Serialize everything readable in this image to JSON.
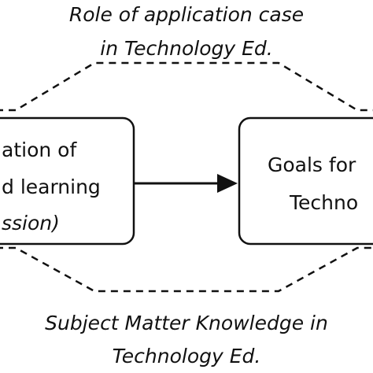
{
  "top_caption": {
    "line1": "Role of application case",
    "line2": "in  Technology Ed."
  },
  "left_box": {
    "line1": "ation of",
    "line2": "d learning",
    "line3": "ssion)"
  },
  "right_box": {
    "line1": "Goals for",
    "line2": "Techno"
  },
  "bottom_caption": {
    "line1": "Subject Matter Knowledge in",
    "line2": "Technology Ed."
  },
  "colors": {
    "stroke": "#111111",
    "background": "#ffffff"
  }
}
